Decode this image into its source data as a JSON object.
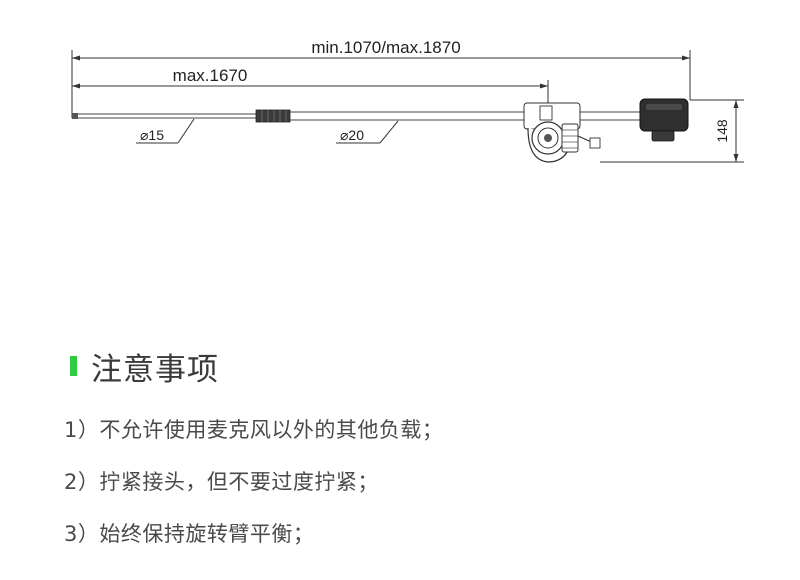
{
  "diagram": {
    "dim_total": "min.1070/max.1870",
    "dim_arm": "max.1670",
    "dia_small": "⌀15",
    "dia_large": "⌀20",
    "dim_height": "148"
  },
  "notes": {
    "title": "注意事项",
    "accent_color": "#2ecc40",
    "items": [
      "1）不允许使用麦克风以外的其他负载；",
      "2）拧紧接头，但不要过度拧紧；",
      "3）始终保持旋转臂平衡；"
    ]
  }
}
